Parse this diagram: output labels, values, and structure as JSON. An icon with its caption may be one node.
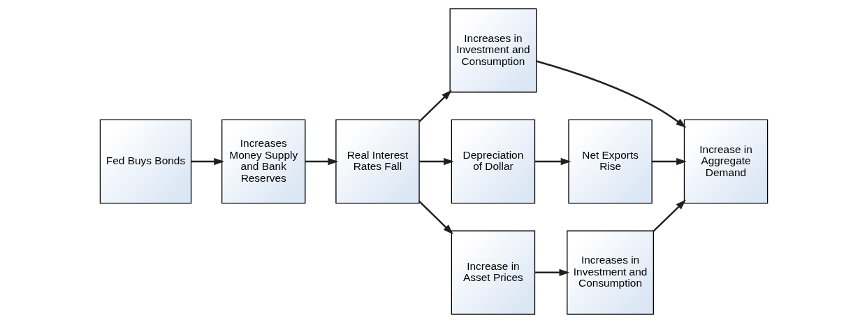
{
  "diagram": {
    "nodes": [
      {
        "text": [
          "Fed Buys Bonds"
        ]
      },
      {
        "text": [
          "Increases Money Supply and Bank Reserves"
        ]
      },
      {
        "text": [
          "Real Interest Rates Fall"
        ]
      },
      {
        "text": [
          "Increases in Investment and Consumption"
        ]
      },
      {
        "text": [
          "Depreciation of Dollar"
        ]
      },
      {
        "text": [
          "Net Exports Rise"
        ]
      },
      {
        "text": [
          "Increase in Aggregate Demand"
        ]
      },
      {
        "text": [
          "Increase in Asset Prices"
        ]
      },
      {
        "text": [
          "Increases in Investment and Consumption"
        ]
      }
    ],
    "edges": [
      {
        "from": 0,
        "to": 1,
        "arrow": "to"
      },
      {
        "from": 1,
        "to": 2,
        "arrow": "to"
      },
      {
        "from": 2,
        "to": 3,
        "arrow": "to"
      },
      {
        "from": 2,
        "to": 4,
        "arrow": "to"
      },
      {
        "from": 2,
        "to": 7,
        "arrow": "to"
      },
      {
        "from": 3,
        "to": 6,
        "arrow": "to"
      },
      {
        "from": 4,
        "to": 5,
        "arrow": "to"
      },
      {
        "from": 5,
        "to": 6,
        "arrow": "to"
      },
      {
        "from": 7,
        "to": 8,
        "arrow": "to"
      },
      {
        "from": 8,
        "to": 6,
        "arrow": "to"
      }
    ]
  }
}
